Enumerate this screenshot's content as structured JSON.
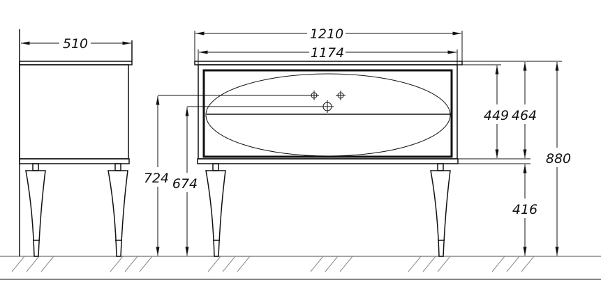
{
  "dimensions": {
    "side_depth": "510",
    "overall_width": "1210",
    "cabinet_width": "1174",
    "tap_height": "724",
    "drain_height": "674",
    "drawer_height": "449",
    "cabinet_height": "464",
    "total_height": "880",
    "leg_height": "416"
  },
  "colors": {
    "line": "#111111",
    "ground": "#888888"
  }
}
